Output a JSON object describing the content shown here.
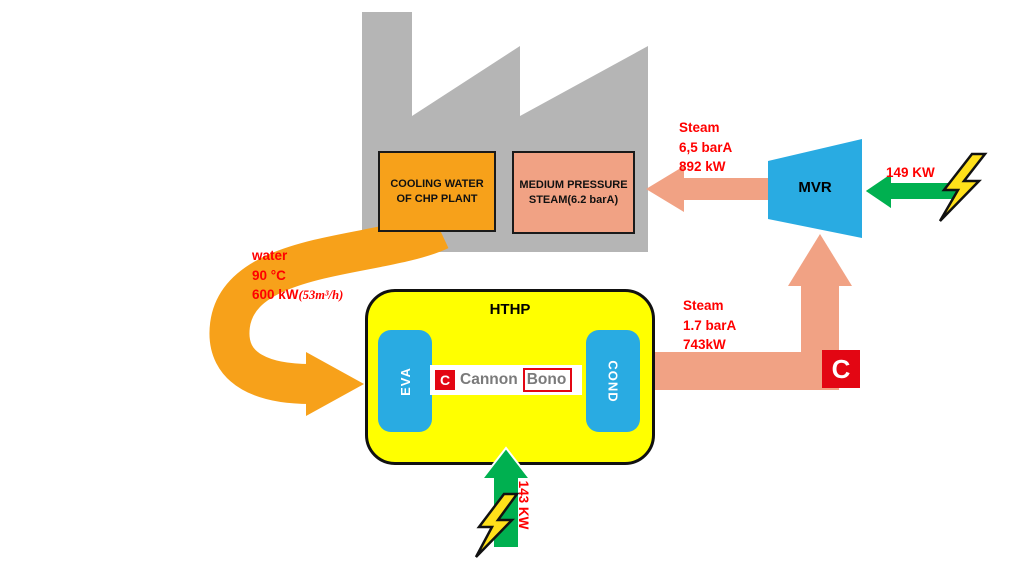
{
  "colors": {
    "orange": "#F7A11A",
    "salmon": "#F1A284",
    "blue": "#29ABE2",
    "green": "#00B050",
    "yellow": "#FFFF00",
    "gray": "#B5B5B5",
    "red": "#FF0000",
    "bolt": "#FFE01A",
    "logo_red": "#E30613"
  },
  "plant": {
    "cooling_box_label": "COOLING WATER OF CHP PLANT",
    "steam_box_label": "MEDIUM PRESSURE STEAM(6.2 barA)"
  },
  "mvr": {
    "label": "MVR",
    "power_label": "149 KW",
    "steam_out": {
      "l1": "Steam",
      "l2": "6,5 barA",
      "l3": "892 kW"
    }
  },
  "hthp": {
    "title": "HTHP",
    "eva_label": "EVA",
    "cond_label": "COND",
    "power_label": "143 KW",
    "steam_out": {
      "l1": "Steam",
      "l2": "1.7 barA",
      "l3": "743kW"
    },
    "water_in": {
      "l1": "water",
      "l2": "90 °C",
      "l3_prefix": "600 kW",
      "l3_math": "(53m³/h)"
    }
  },
  "logo": {
    "icon_letter": "C",
    "word1": "Cannon",
    "word2": "Bono",
    "badge_letter": "C"
  }
}
